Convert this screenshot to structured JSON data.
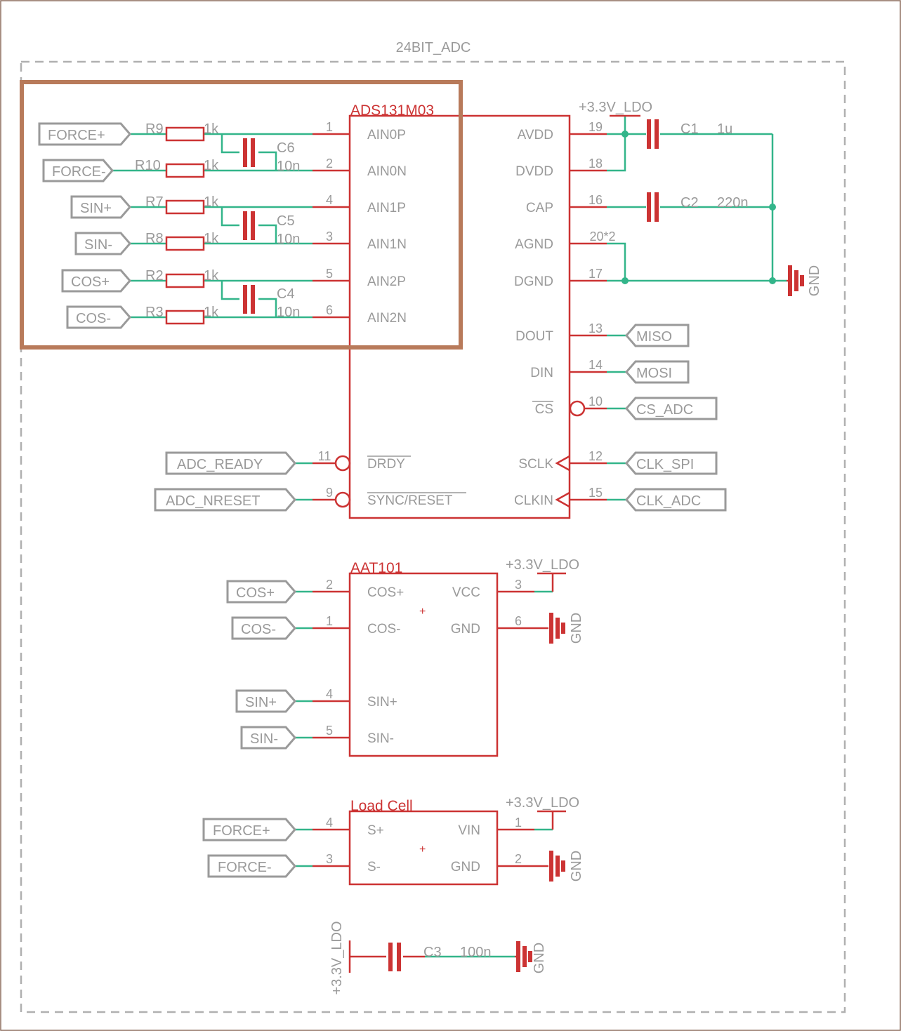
{
  "frame_label": "24BIT_ADC",
  "ads": {
    "name": "ADS131M03",
    "left": [
      {
        "pin": "1",
        "name": "AIN0P"
      },
      {
        "pin": "2",
        "name": "AIN0N"
      },
      {
        "pin": "4",
        "name": "AIN1P"
      },
      {
        "pin": "3",
        "name": "AIN1N"
      },
      {
        "pin": "5",
        "name": "AIN2P"
      },
      {
        "pin": "6",
        "name": "AIN2N"
      }
    ],
    "right": [
      {
        "pin": "19",
        "name": "AVDD"
      },
      {
        "pin": "18",
        "name": "DVDD"
      },
      {
        "pin": "16",
        "name": "CAP"
      },
      {
        "pin": "20*2",
        "name": "AGND"
      },
      {
        "pin": "17",
        "name": "DGND"
      },
      {
        "pin": "13",
        "name": "DOUT"
      },
      {
        "pin": "14",
        "name": "DIN"
      },
      {
        "pin": "10",
        "name": "CS"
      },
      {
        "pin": "12",
        "name": "SCLK"
      },
      {
        "pin": "15",
        "name": "CLKIN"
      }
    ],
    "bottom_left": [
      {
        "pin": "11",
        "name": "DRDY"
      },
      {
        "pin": "9",
        "name": "SYNC/RESET"
      }
    ]
  },
  "input_labels": [
    "FORCE+",
    "FORCE-",
    "SIN+",
    "SIN-",
    "COS+",
    "COS-"
  ],
  "resistors": [
    {
      "name": "R9",
      "value": "1k"
    },
    {
      "name": "R10",
      "value": "1k"
    },
    {
      "name": "R7",
      "value": "1k"
    },
    {
      "name": "R8",
      "value": "1k"
    },
    {
      "name": "R2",
      "value": "1k"
    },
    {
      "name": "R3",
      "value": "1k"
    }
  ],
  "filter_caps": [
    {
      "name": "C6",
      "value": "10n"
    },
    {
      "name": "C5",
      "value": "10n"
    },
    {
      "name": "C4",
      "value": "10n"
    }
  ],
  "supply_caps": [
    {
      "name": "C1",
      "value": "1u"
    },
    {
      "name": "C2",
      "value": "220n"
    }
  ],
  "spi_labels": [
    "MISO",
    "MOSI",
    "CS_ADC",
    "CLK_SPI",
    "CLK_ADC"
  ],
  "ctrl_labels": [
    "ADC_READY",
    "ADC_NRESET"
  ],
  "supply": "+3.3V_LDO",
  "gnd": "GND",
  "aat": {
    "name": "AAT101",
    "left": [
      {
        "pin": "2",
        "name": "COS+",
        "label": "COS+"
      },
      {
        "pin": "1",
        "name": "COS-",
        "label": "COS-"
      },
      {
        "pin": "4",
        "name": "SIN+",
        "label": "SIN+"
      },
      {
        "pin": "5",
        "name": "SIN-",
        "label": "SIN-"
      }
    ],
    "right": [
      {
        "pin": "3",
        "name": "VCC"
      },
      {
        "pin": "6",
        "name": "GND"
      }
    ]
  },
  "loadcell": {
    "name": "Load Cell",
    "left": [
      {
        "pin": "4",
        "name": "S+",
        "label": "FORCE+"
      },
      {
        "pin": "3",
        "name": "S-",
        "label": "FORCE-"
      }
    ],
    "right": [
      {
        "pin": "1",
        "name": "VIN"
      },
      {
        "pin": "2",
        "name": "GND"
      }
    ]
  },
  "decoupling": {
    "name": "C3",
    "value": "100n"
  },
  "colors": {
    "part": "#cc3333",
    "net": "#33b58a",
    "label": "#9a9a9a",
    "highlight": "#b87a5a"
  }
}
